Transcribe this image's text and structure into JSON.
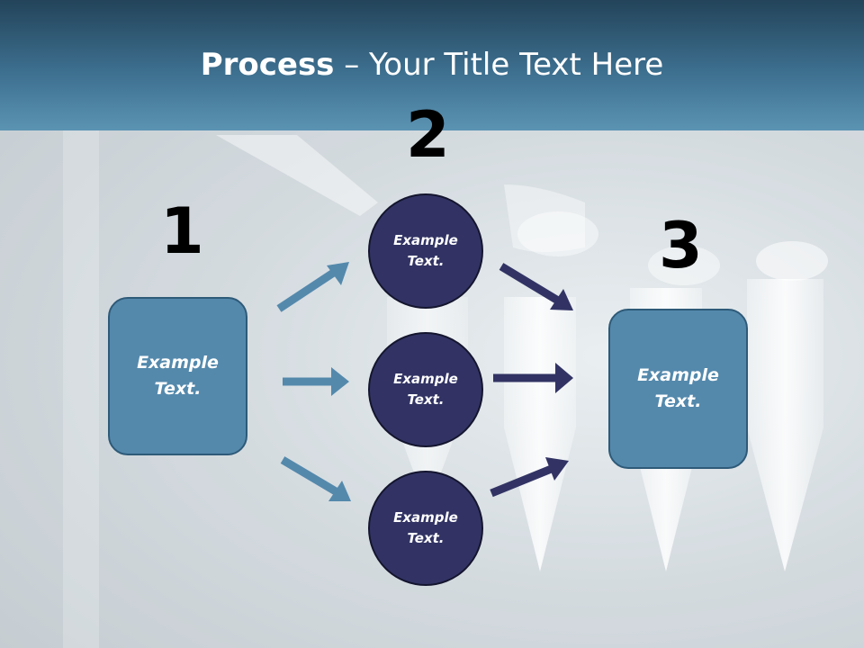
{
  "title": {
    "bold": "Process",
    "rest": " – Your Title Text Here"
  },
  "steps": [
    {
      "number": "1",
      "text": "Example\nText."
    },
    {
      "number": "2",
      "texts": [
        "Example\nText.",
        "Example\nText.",
        "Example\nText."
      ]
    },
    {
      "number": "3",
      "text": "Example\nText."
    }
  ],
  "colors": {
    "header": "#3d6f8f",
    "box": "#5489ac",
    "circle": "#323364",
    "arrow_light": "#5489ac",
    "arrow_dark": "#323364"
  }
}
